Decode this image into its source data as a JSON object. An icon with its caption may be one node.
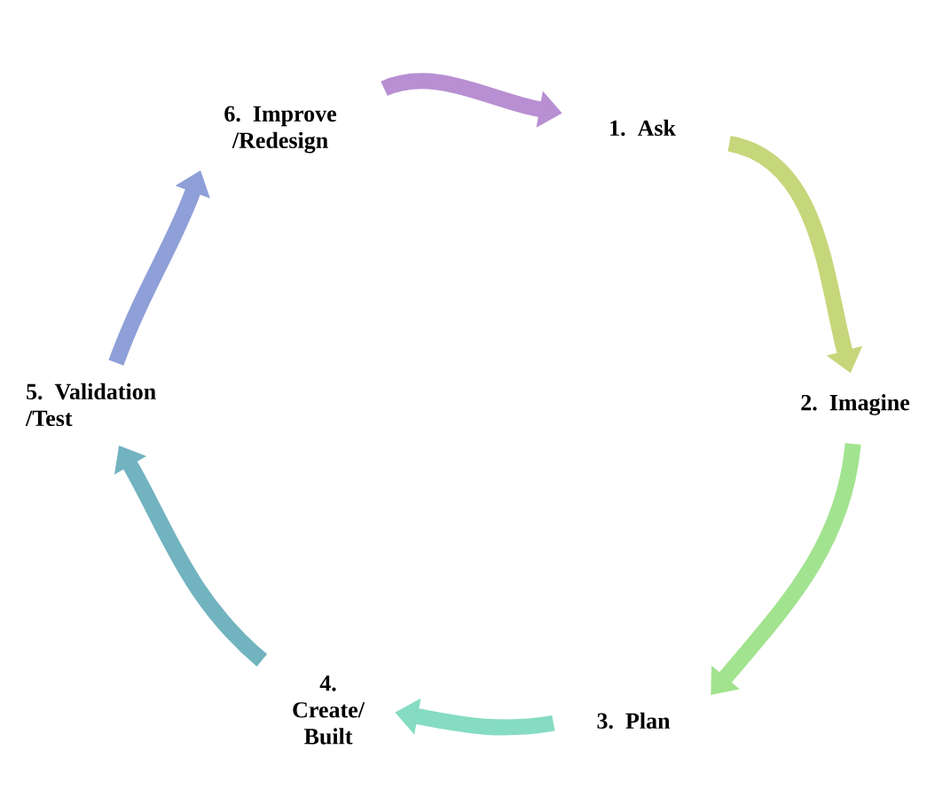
{
  "diagram": {
    "nodes": [
      {
        "text": [
          "1. Ask"
        ]
      },
      {
        "text": [
          "2. Imagine"
        ]
      },
      {
        "text": [
          "3. Plan"
        ]
      },
      {
        "text": [
          "4. Create/ Built"
        ]
      },
      {
        "text": [
          "5. Validation /Test"
        ]
      },
      {
        "text": [
          "6. Improve /Redesign"
        ]
      }
    ],
    "edges": [
      {
        "from": 5,
        "to": 0,
        "arrow": "to",
        "color": "#b88fd2"
      },
      {
        "from": 0,
        "to": 1,
        "arrow": "to",
        "color": "#c6d67a"
      },
      {
        "from": 1,
        "to": 2,
        "arrow": "to",
        "color": "#a2e38f"
      },
      {
        "from": 2,
        "to": 3,
        "arrow": "to",
        "color": "#85dcc2"
      },
      {
        "from": 3,
        "to": 4,
        "arrow": "to",
        "color": "#72b3c0"
      },
      {
        "from": 4,
        "to": 5,
        "arrow": "to",
        "color": "#8f9fd8"
      }
    ]
  }
}
